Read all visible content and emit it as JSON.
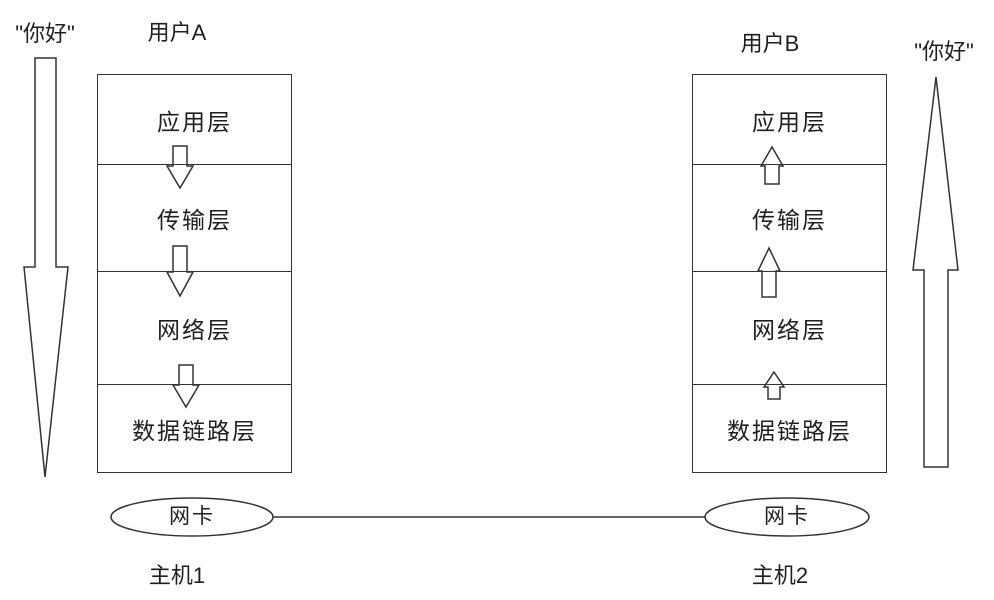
{
  "labels": {
    "hello_left": "\"你好\"",
    "hello_right": "\"你好\"",
    "user_a": "用户A",
    "user_b": "用户B",
    "host_1": "主机1",
    "host_2": "主机2",
    "nic_left": "网卡",
    "nic_right": "网卡"
  },
  "stack_a": {
    "layers": [
      "应用层",
      "传输层",
      "网络层",
      "数据链路层"
    ]
  },
  "stack_b": {
    "layers": [
      "应用层",
      "传输层",
      "网络层",
      "数据链路层"
    ]
  },
  "colors": {
    "line": "#333333",
    "text": "#1f1f1f",
    "background": "#ffffff"
  }
}
